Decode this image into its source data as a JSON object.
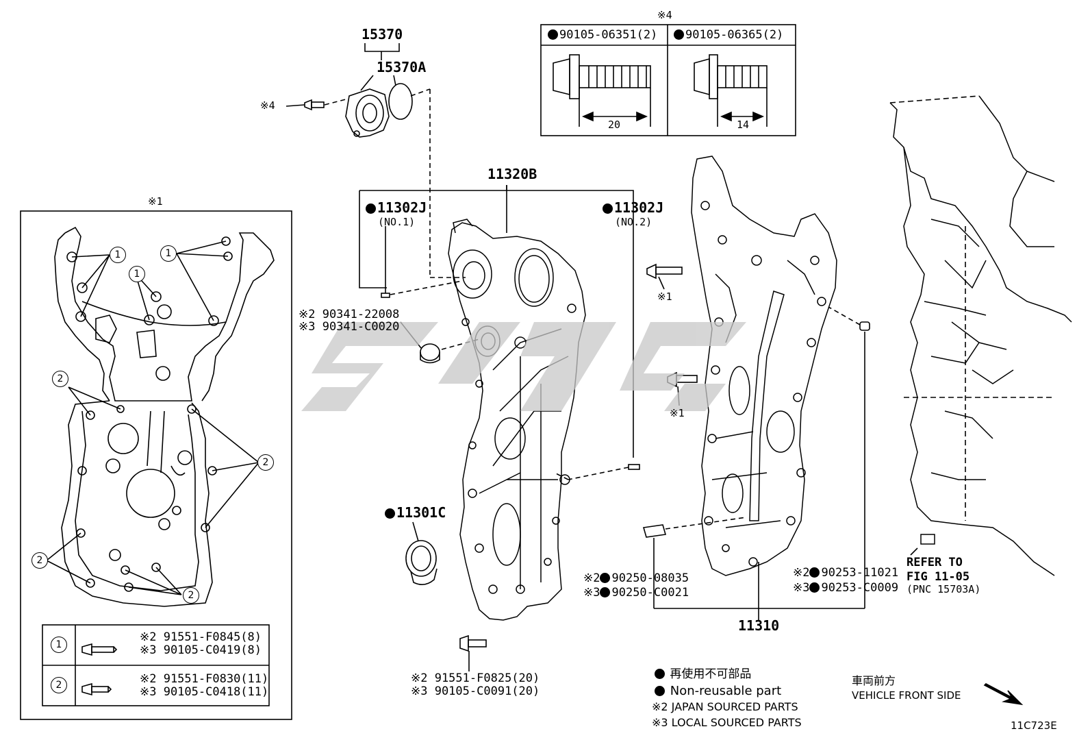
{
  "ref": {
    "note1": "※1",
    "note4": "※4",
    "p15370": "15370",
    "p15370a": "15370A",
    "mark4": "※4",
    "p11320b": "11320B",
    "p11302j_1": "11302J",
    "no1": "(NO.1)",
    "p11302j_2": "11302J",
    "no2": "(NO.2)",
    "hole_plug_jp": "※2 90341-22008",
    "hole_plug_local": "※3 90341-C0020",
    "p11301c": "11301C",
    "bolt_bottom_jp": "※2 91551-F0825(20)",
    "bolt_bottom_local": "※3 90105-C0091(20)",
    "mark1a": "※1",
    "mark1b": "※1",
    "pin1_jp": "※2",
    "pin1_jp_pn": "90250-08035",
    "pin1_local": "※3",
    "pin1_local_pn": "90250-C0021",
    "pin2_jp": "※2",
    "pin2_jp_pn": "90253-11021",
    "pin2_local": "※3",
    "pin2_local_pn": "90253-C0009",
    "p11310": "11310",
    "refer1": "REFER TO",
    "refer2": "FIG 11-05",
    "refer3": "(PNC 15703A)"
  },
  "bolt_table": {
    "col1": "90105-06351(2)",
    "col2": "90105-06365(2)",
    "len1": "20",
    "len2": "14"
  },
  "gasket_legend": {
    "row1_num": "1",
    "row1_jp": "※2 91551-F0845(8)",
    "row1_local": "※3 90105-C0419(8)",
    "row2_num": "2",
    "row2_jp": "※2 91551-F0830(11)",
    "row2_local": "※3 90105-C0418(11)"
  },
  "callouts": {
    "one": "1",
    "two": "2"
  },
  "legend": {
    "nonreusable_jp": "再使用不可部品",
    "nonreusable_en": "Non-reusable part",
    "japan_sourced": "※2 JAPAN SOURCED PARTS",
    "local_sourced": "※3 LOCAL SOURCED PARTS",
    "front_jp": "車両前方",
    "front_en": "VEHICLE FRONT SIDE"
  },
  "figure_code": "11C723E",
  "watermark_color": "#c8c8c8"
}
